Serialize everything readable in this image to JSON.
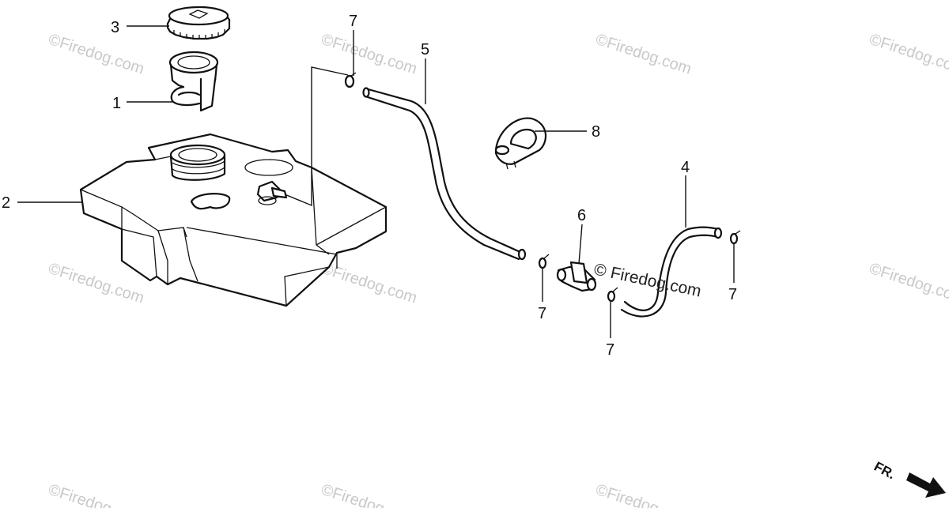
{
  "callouts": {
    "c1": "1",
    "c2": "2",
    "c3": "3",
    "c4": "4",
    "c5": "5",
    "c6": "6",
    "c7a": "7",
    "c7b": "7",
    "c7c": "7",
    "c7d": "7",
    "c8": "8"
  },
  "watermark": {
    "text": "©Firedog.com",
    "center_text": "© Firedog.com"
  },
  "front_indicator": "FR."
}
